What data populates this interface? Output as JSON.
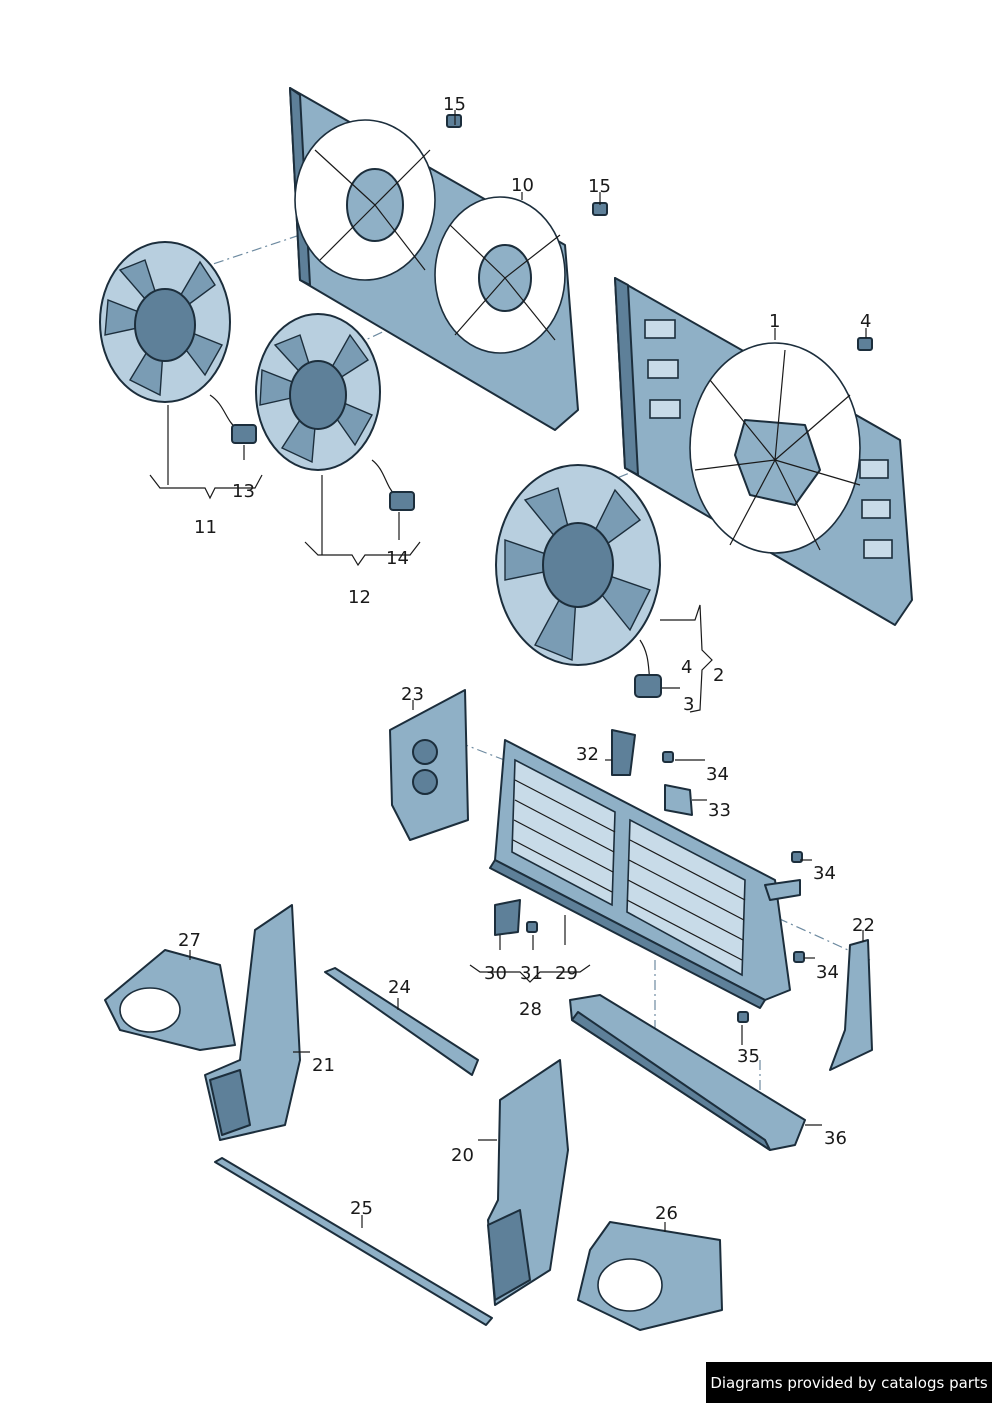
{
  "colors": {
    "part_fill": "#8fb0c6",
    "part_shadow": "#5e8099",
    "outline": "#1c2e3c",
    "credit_bg": "#000000",
    "credit_text": "#ffffff"
  },
  "callouts": {
    "c1": "1",
    "c2": "2",
    "c3": "3",
    "c4a": "4",
    "c4b": "4",
    "c10": "10",
    "c11": "11",
    "c12": "12",
    "c13": "13",
    "c14": "14",
    "c15a": "15",
    "c15b": "15",
    "c20": "20",
    "c21": "21",
    "c22": "22",
    "c23": "23",
    "c24": "24",
    "c25": "25",
    "c26": "26",
    "c27": "27",
    "c28": "28",
    "c29": "29",
    "c30": "30",
    "c31": "31",
    "c32": "32",
    "c33": "33",
    "c34a": "34",
    "c34b": "34",
    "c34c": "34",
    "c35": "35",
    "c36": "36"
  },
  "credit": "Diagrams provided by catalogs parts"
}
